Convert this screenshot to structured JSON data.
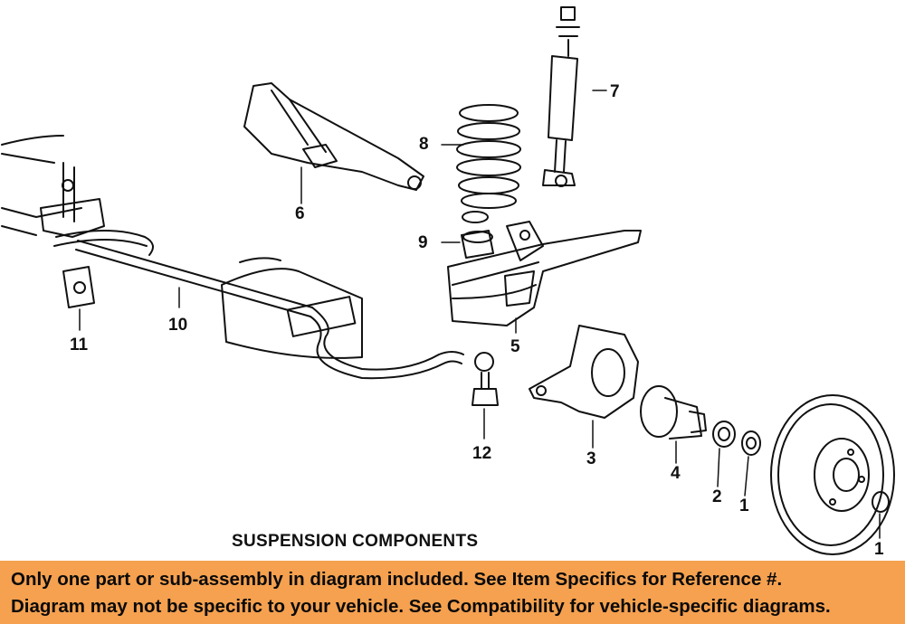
{
  "diagram": {
    "title": "SUSPENSION COMPONENTS",
    "callouts": [
      "8",
      "7",
      "6",
      "9",
      "10",
      "11",
      "5",
      "12",
      "3",
      "4",
      "2",
      "1",
      "1"
    ]
  },
  "banner": {
    "background": "#f5a150",
    "line1": "Only one part or sub-assembly in diagram included. See Item Specifics for Reference #.",
    "line2": "Diagram may not be specific to your vehicle. See Compatibility for vehicle-specific diagrams."
  }
}
